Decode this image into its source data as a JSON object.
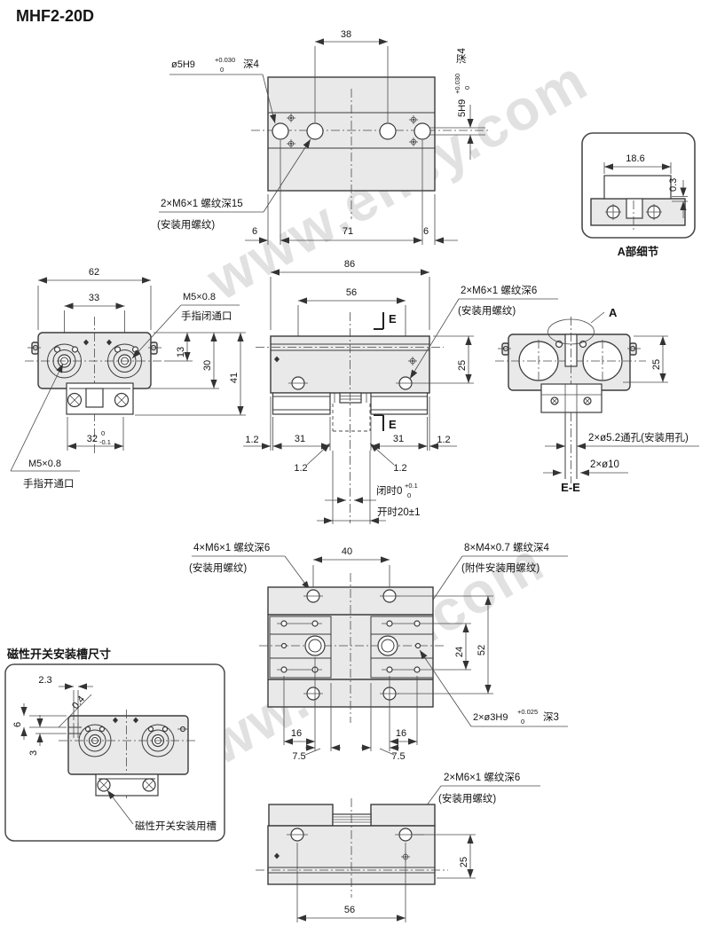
{
  "title": "MHF2-20D",
  "watermark": "www.ehsy.com",
  "fig_top": {
    "dim_38": "38",
    "dim_6l": "6",
    "dim_71": "71",
    "dim_6r": "6",
    "hole_label": "ø5H9",
    "hole_tol_up": "+0.030",
    "hole_tol_dn": "0",
    "hole_depth": "深4",
    "thread_label": "2×M6×1 螺纹深15",
    "thread_note": "(安装用螺纹)",
    "side_label": "5H9",
    "side_tol_up": "+0.030",
    "side_tol_dn": "0",
    "side_depth": "深4"
  },
  "fig_detail_a": {
    "dim_186": "18.6",
    "dim_03": "0.3",
    "caption": "A部细节"
  },
  "fig_front": {
    "dim_62": "62",
    "dim_33": "33",
    "dim_13": "13",
    "dim_30": "30",
    "dim_41": "41",
    "dim_32": "32",
    "dim_32_tol_up": "0",
    "dim_32_tol_dn": "-0.1",
    "port_close_label": "M5×0.8",
    "port_close_note": "手指闭通口",
    "port_open_label": "M5×0.8",
    "port_open_note": "手指开通口"
  },
  "fig_side": {
    "dim_86": "86",
    "dim_56": "56",
    "dim_25": "25",
    "dim_12_left": "1.2",
    "dim_31_left": "31",
    "dim_31_right": "31",
    "dim_12_right": "1.2",
    "dim_12_c1": "1.2",
    "dim_12_c2": "1.2",
    "closed_label": "闭时0",
    "closed_tol_up": "+0.1",
    "closed_tol_dn": "0",
    "open_label": "开时20±1",
    "thread_label": "2×M6×1 螺纹深6",
    "thread_note": "(安装用螺纹)",
    "section_mark": "E"
  },
  "fig_ee": {
    "dim_25": "25",
    "balloon": "A",
    "through_hole": "2×ø5.2通孔(安装用孔)",
    "counterbore": "2×ø10",
    "caption": "E-E"
  },
  "fig_bottom_view": {
    "thread4_label": "4×M6×1 螺纹深6",
    "thread4_note": "(安装用螺纹)",
    "dim_40": "40",
    "thread8_label": "8×M4×0.7 螺纹深4",
    "thread8_note": "(附件安装用螺纹)",
    "dim_24": "24",
    "dim_52": "52",
    "pin_label": "2×ø3H9",
    "pin_tol_up": "+0.025",
    "pin_tol_dn": "0",
    "pin_depth": "深3",
    "dim_16_l": "16",
    "dim_16_r": "16",
    "dim_75_l": "7.5",
    "dim_75_r": "7.5"
  },
  "fig_switch": {
    "title": "磁性开关安装槽尺寸",
    "dim_23": "2.3",
    "dim_6": "6",
    "dim_3": "3",
    "dim_04": "0.4",
    "groove_label": "磁性开关安装用槽"
  },
  "fig_rear": {
    "thread_label": "2×M6×1 螺纹深6",
    "thread_note": "(安装用螺纹)",
    "dim_25": "25",
    "dim_56": "56"
  }
}
